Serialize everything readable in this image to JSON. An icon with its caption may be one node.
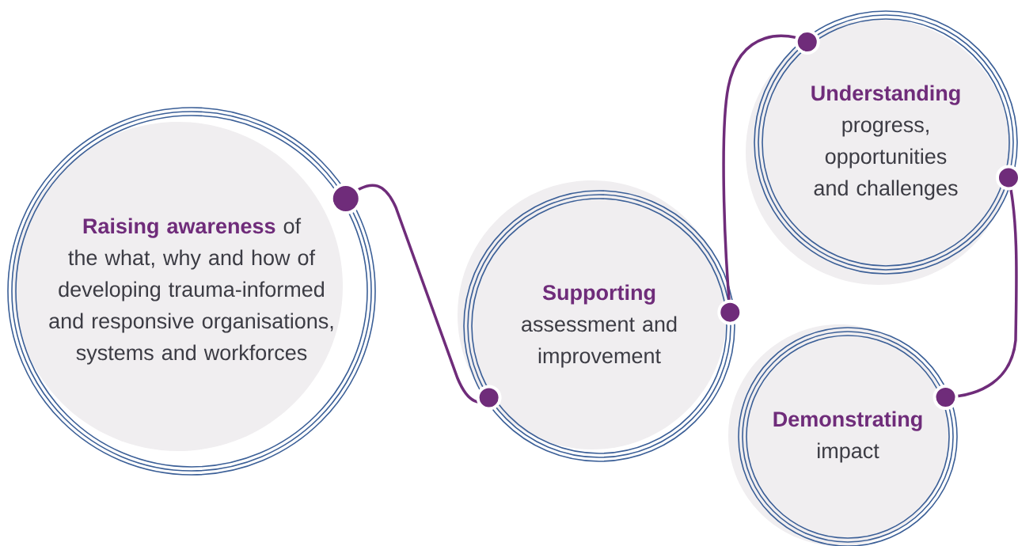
{
  "diagram": {
    "nodes": [
      {
        "text": [
          "Raising awareness",
          "of the what, why and how of developing trauma-informed and responsive organisations, systems and workforces"
        ]
      },
      {
        "text": [
          "Supporting",
          "assessment and improvement"
        ]
      },
      {
        "text": [
          "Understanding",
          "progress, opportunities and challenges"
        ]
      },
      {
        "text": [
          "Demonstrating",
          "impact"
        ]
      }
    ],
    "edges": [
      {
        "from": 0,
        "to": 1,
        "arrow": "other"
      },
      {
        "from": 1,
        "to": 2,
        "arrow": "other"
      },
      {
        "from": 2,
        "to": 3,
        "arrow": "other"
      }
    ]
  }
}
